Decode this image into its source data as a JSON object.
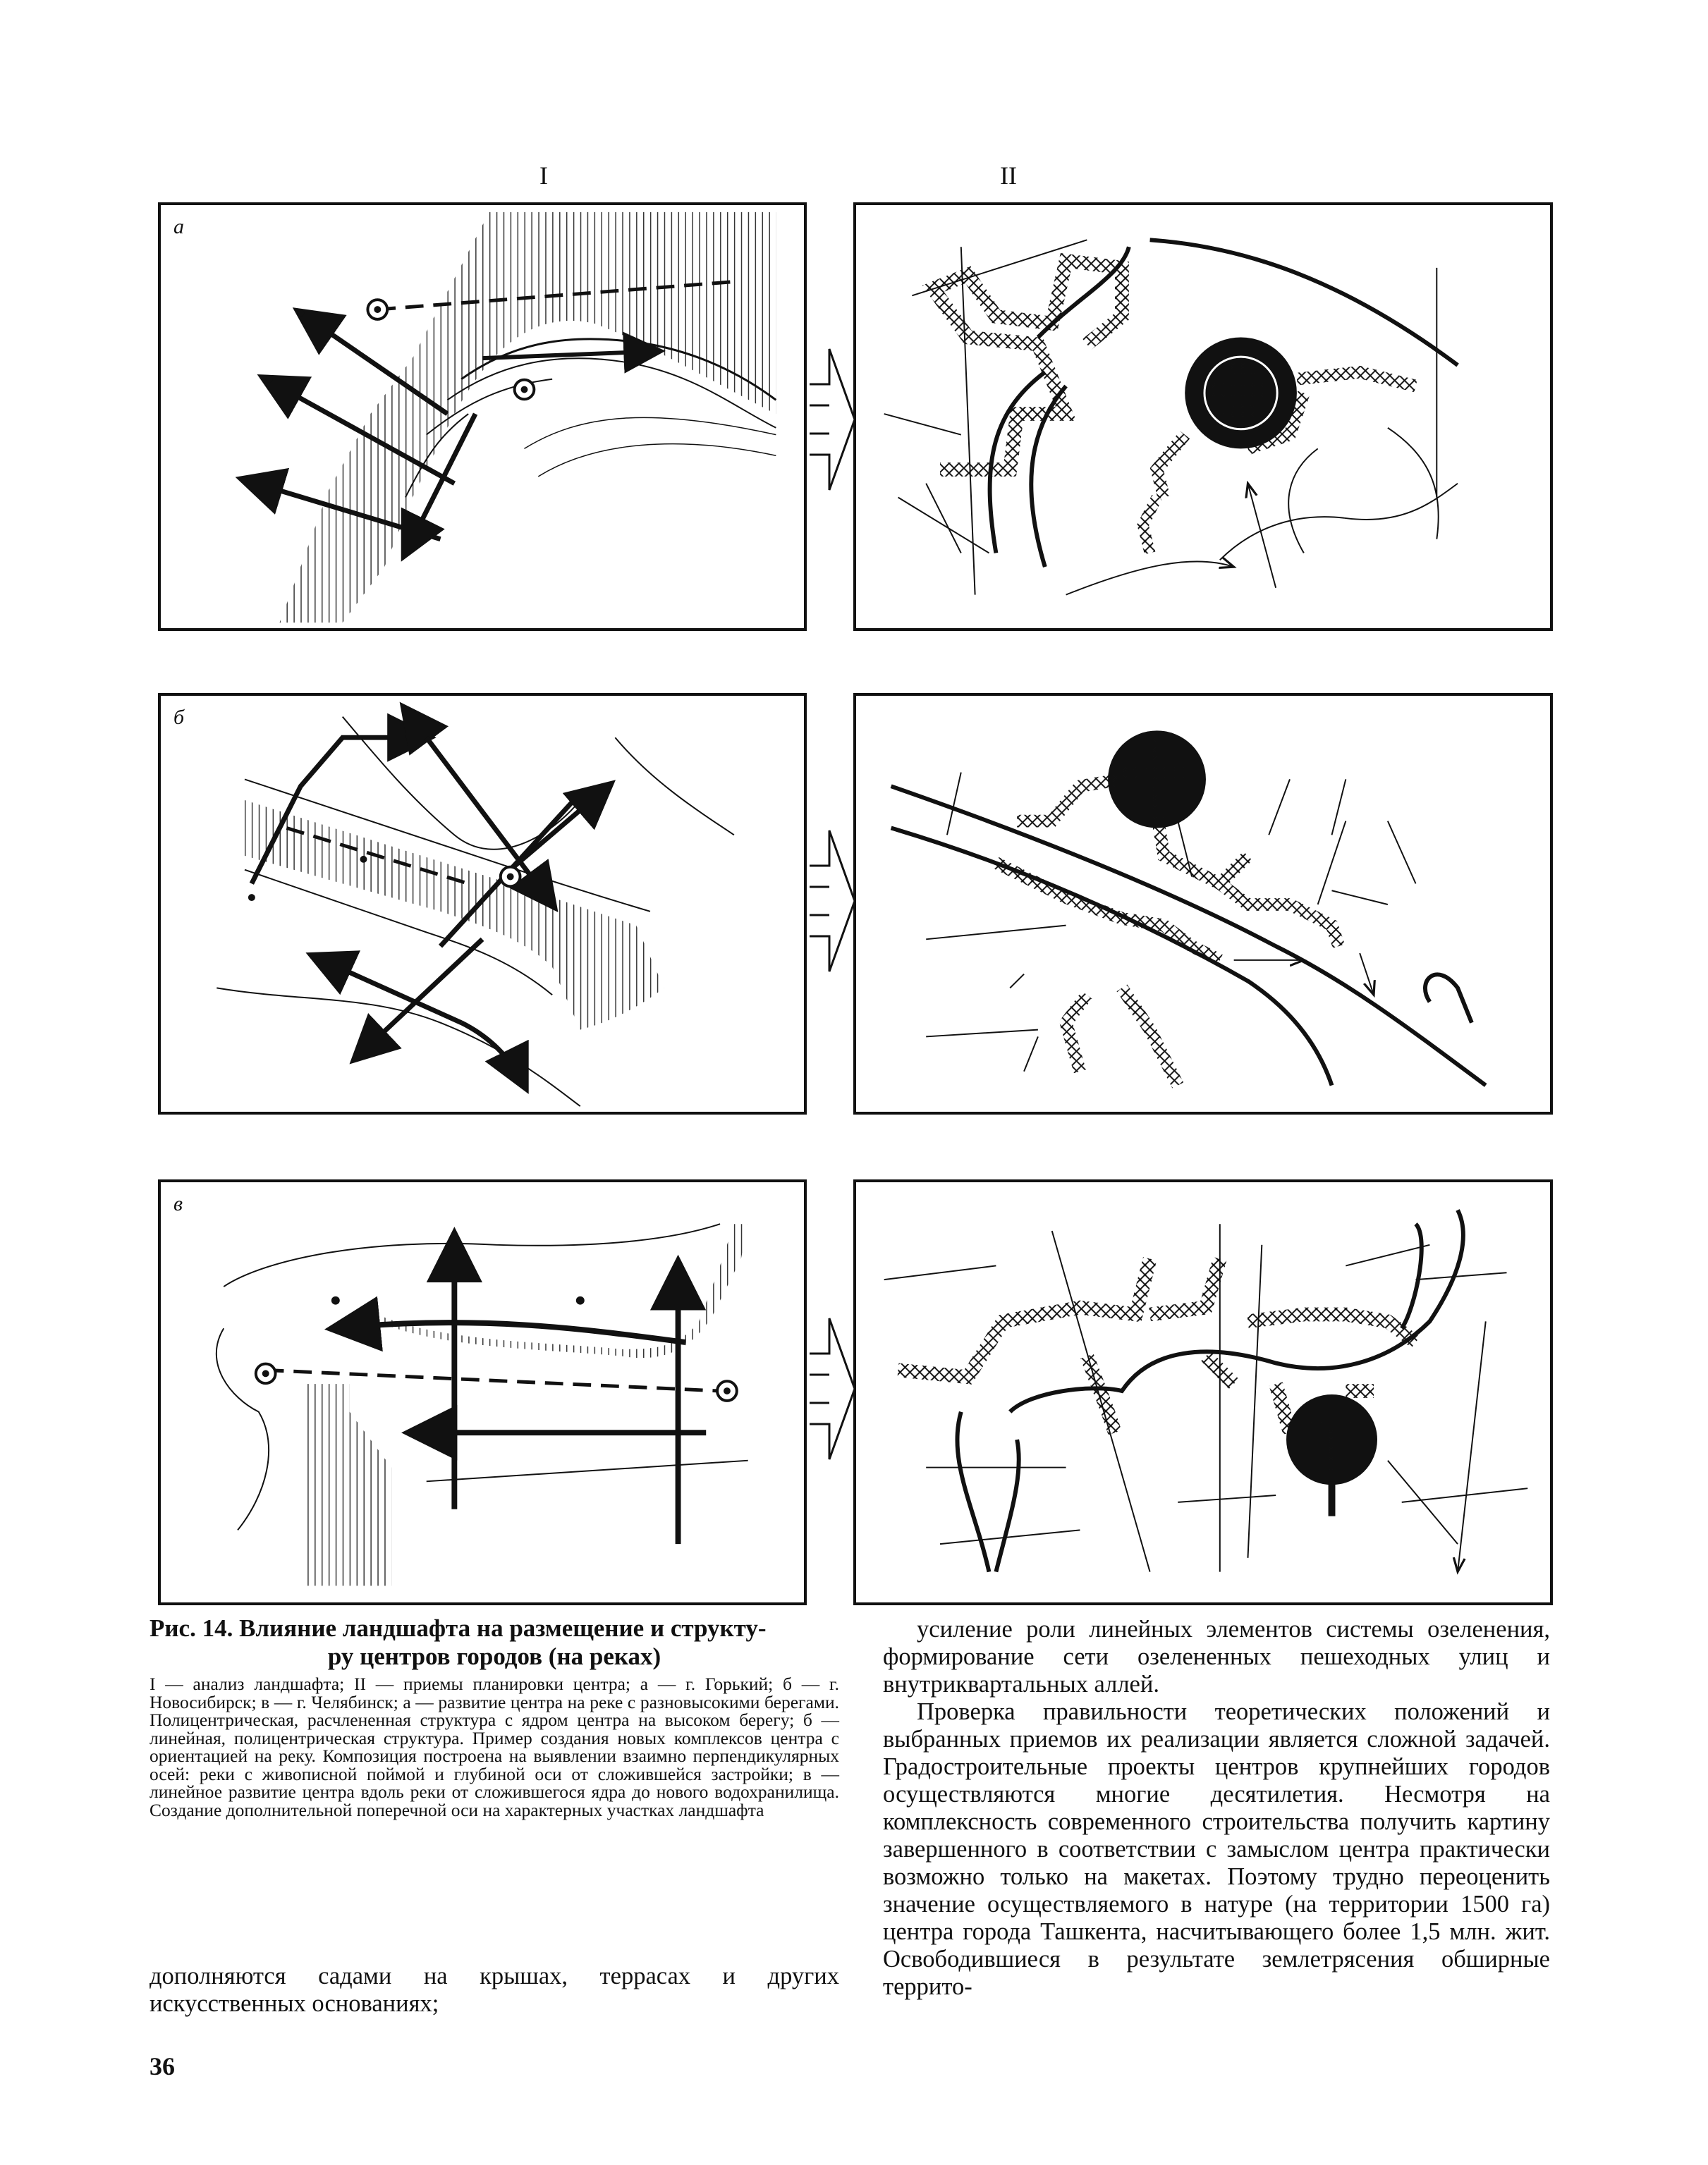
{
  "figure": {
    "column_labels": [
      "I",
      "II"
    ],
    "row_labels": [
      "а",
      "б",
      "в"
    ]
  },
  "caption": {
    "title_line1": "Рис. 14. Влияние ландшафта на размещение и структу-",
    "title_line2": "ру центров городов (на реках)",
    "body": "I — анализ ландшафта; II — приемы планировки центра; а — г. Горький; б — г. Новосибирск; в — г. Челябинск; а — развитие центра на реке с разновысокими берегами. Полицентрическая, расчлененная структура с ядром центра на высоком берегу; б — линейная, полицентрическая структура. Пример создания новых комплексов центра с ориентацией на реку. Композиция построена на выявлении взаимно перпендикулярных осей: реки с живописной поймой и глубиной оси от сложившейся застройки; в — линейное развитие центра вдоль реки от сложившегося ядра до нового водохранилища. Создание дополнительной поперечной оси на характерных участках ландшафта"
  },
  "left_text": "дополняются садами на крышах, террасах и других искусственных основаниях;",
  "right_text": {
    "p1": "усиление роли линейных элементов системы озеленения, формирование сети озелененных пешеходных улиц и внутриквартальных аллей.",
    "p2": "Проверка правильности теоретических положений и выбранных приемов их реализации является сложной задачей. Градостроительные проекты центров крупнейших городов осуществляются многие десятилетия. Несмотря на комплексность современного строительства получить картину завершенного в соответствии с замыслом центра практически возможно только на макетах. Поэтому трудно переоценить значение осуществляемого в натуре (на территории 1500 га) центра города Ташкента, насчитывающего более 1,5 млн. жит. Освободившиеся в результате землетрясения обширные террито-"
  },
  "page_number": "36"
}
